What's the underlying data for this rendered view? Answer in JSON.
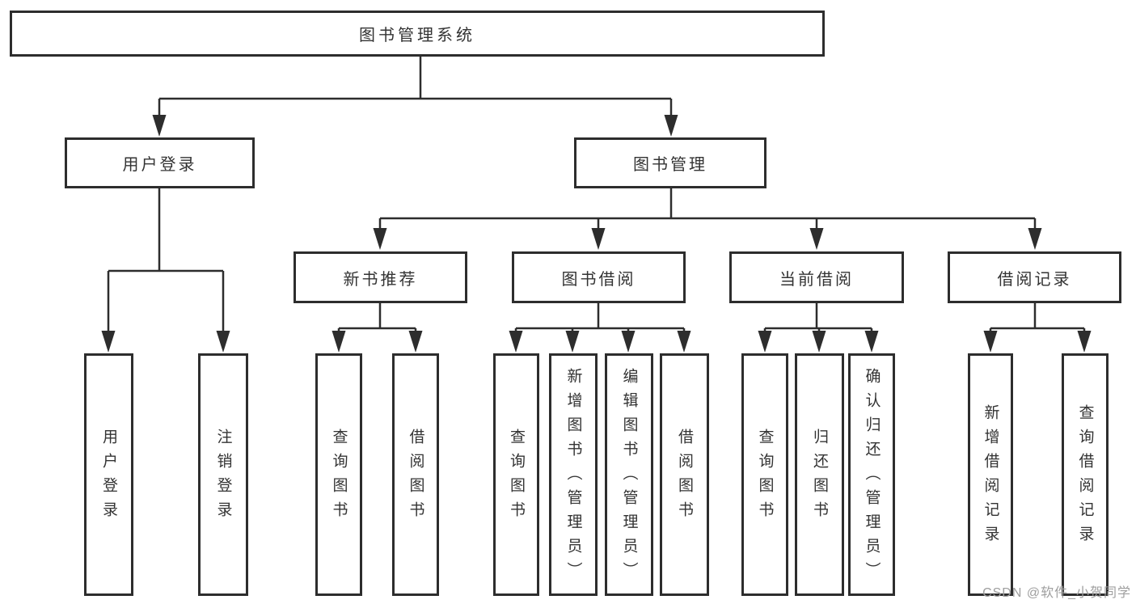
{
  "diagram": {
    "title": "图书管理系统",
    "colors": {
      "line": "#2d2d2d",
      "text": "#333333",
      "watermark": "#9e9e9e",
      "background": "#ffffff"
    },
    "tree": {
      "root": {
        "label": "图书管理系统"
      },
      "user_login": {
        "label": "用户登录",
        "children": {
          "login": "用户登录",
          "logout": "注销登录"
        }
      },
      "book_mgmt": {
        "label": "图书管理"
      },
      "new_books": {
        "label": "新书推荐",
        "children": {
          "query": "查询图书",
          "borrow": "借阅图书"
        }
      },
      "book_borrow": {
        "label": "图书借阅",
        "children": {
          "query": "查询图书",
          "add": "新增图书（管理员）",
          "edit": "编辑图书（管理员）",
          "borrow": "借阅图书"
        }
      },
      "current_borrow": {
        "label": "当前借阅",
        "children": {
          "query": "查询图书",
          "return": "归还图书",
          "confirm": "确认归还（管理员）"
        }
      },
      "borrow_records": {
        "label": "借阅记录",
        "children": {
          "add": "新增借阅记录",
          "query": "查询借阅记录"
        }
      }
    }
  },
  "watermark": {
    "text": "CSDN @软件_小贺同学"
  }
}
